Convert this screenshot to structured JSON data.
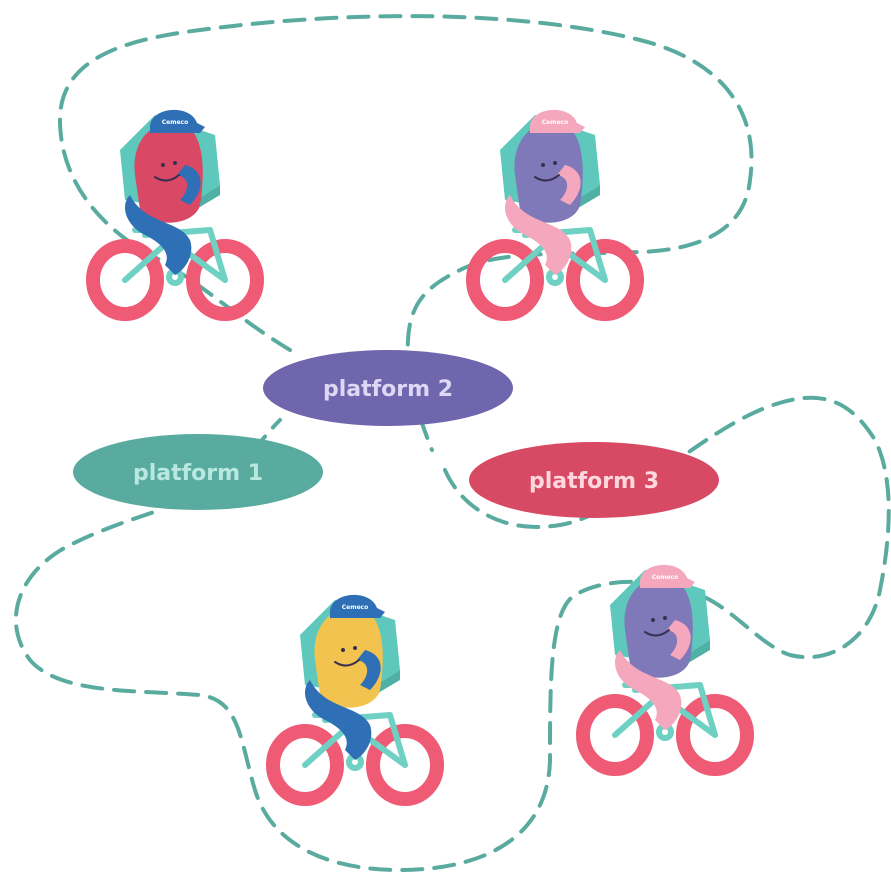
{
  "platforms": [
    {
      "label": "platform 1",
      "color": "#5aab9f",
      "text_color": "#b9e8e1"
    },
    {
      "label": "platform 2",
      "color": "#6f66ad",
      "text_color": "#ddd8f4"
    },
    {
      "label": "platform 3",
      "color": "#d84a63",
      "text_color": "#ffd7de"
    }
  ],
  "couriers": [
    {
      "body_color": "#d94864",
      "leg_color": "#2f6fb5",
      "cap_color": "#2f6fb5",
      "cap_text": "Cemeco"
    },
    {
      "body_color": "#7f78b9",
      "leg_color": "#f4a7bd",
      "cap_color": "#f4a7bd",
      "cap_text": "Cemeco"
    },
    {
      "body_color": "#f2c44f",
      "leg_color": "#2f6fb5",
      "cap_color": "#2f6fb5",
      "cap_text": "Cemeco"
    },
    {
      "body_color": "#7f78b9",
      "leg_color": "#f4a7bd",
      "cap_color": "#f4a7bd",
      "cap_text": "Cemeco"
    }
  ],
  "colors": {
    "route": "#5aab9f",
    "wheel": "#ef5a74",
    "bike_frame": "#6fd1c4",
    "backpack": "#5ec8bc"
  }
}
